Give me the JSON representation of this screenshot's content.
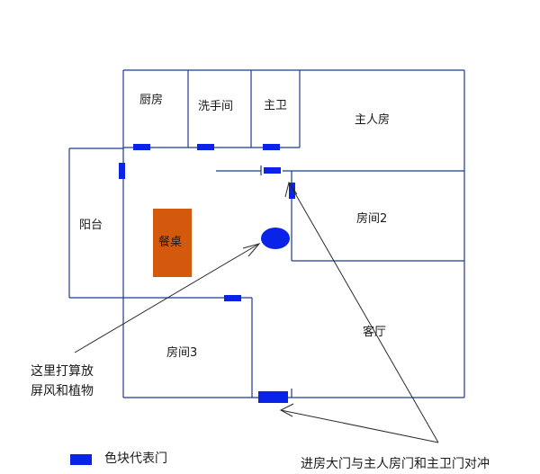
{
  "rooms": {
    "kitchen": "厨房",
    "washroom": "洗手间",
    "master_bath": "主卫",
    "master_bedroom": "主人房",
    "room2": "房间2",
    "balcony": "阳台",
    "dining_table": "餐桌",
    "room3": "房间3",
    "living_room": "客厅"
  },
  "annotations": {
    "screen_note_line1": "这里打算放",
    "screen_note_line2": "屏风和植物",
    "door_conflict_note": "进房大门与主人房门和主卫门对冲"
  },
  "legend": {
    "door_label": "色块代表门"
  },
  "colors": {
    "wall": "#1f3a93",
    "door": "#0a23e8",
    "table": "#d35a0c",
    "marker": "#0a23e8",
    "arrow": "#2a2a2a"
  }
}
